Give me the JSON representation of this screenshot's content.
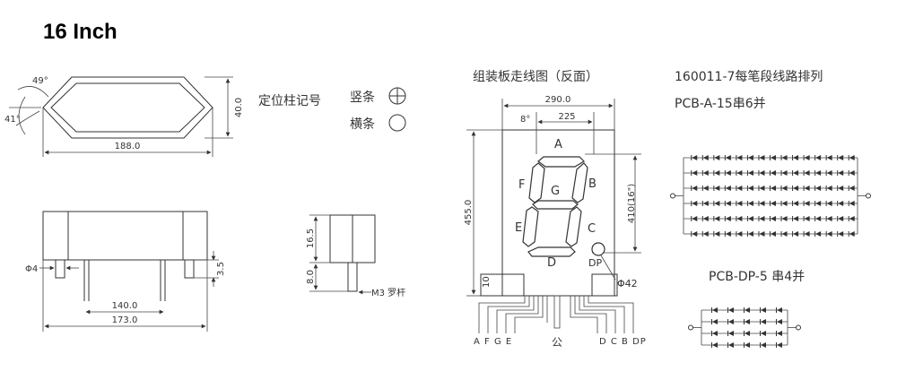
{
  "title": "16 Inch",
  "front": {
    "angle_top": "49°",
    "angle_side": "41°",
    "height": "40.0",
    "width": "188.0"
  },
  "legend": {
    "label": "定位柱记号",
    "vertical": "竖条",
    "horizontal": "横条"
  },
  "side": {
    "pin_dia": "Φ4",
    "pin_len": "3.5",
    "pin_span": "140.0",
    "body_len": "173.0"
  },
  "end": {
    "h1": "16.5",
    "h2": "8.0",
    "screw": "M3 罗杆"
  },
  "wiring": {
    "title": "组装板走线图（反面）",
    "w1": "290.0",
    "w2": "225",
    "angle": "8°",
    "height": "455.0",
    "digit_h": "410(16\")",
    "bottom": "10",
    "dp_dia": "Φ42",
    "segments": [
      "A",
      "B",
      "C",
      "D",
      "E",
      "F",
      "G",
      "DP"
    ],
    "pins_left": "A F G E",
    "pins_right": "D C B DP",
    "common": "公"
  },
  "pcb": {
    "title": "160011-7每笔段线路排列",
    "a_label": "PCB-A-15串6并",
    "dp_label": "PCB-DP-5 串4并"
  }
}
